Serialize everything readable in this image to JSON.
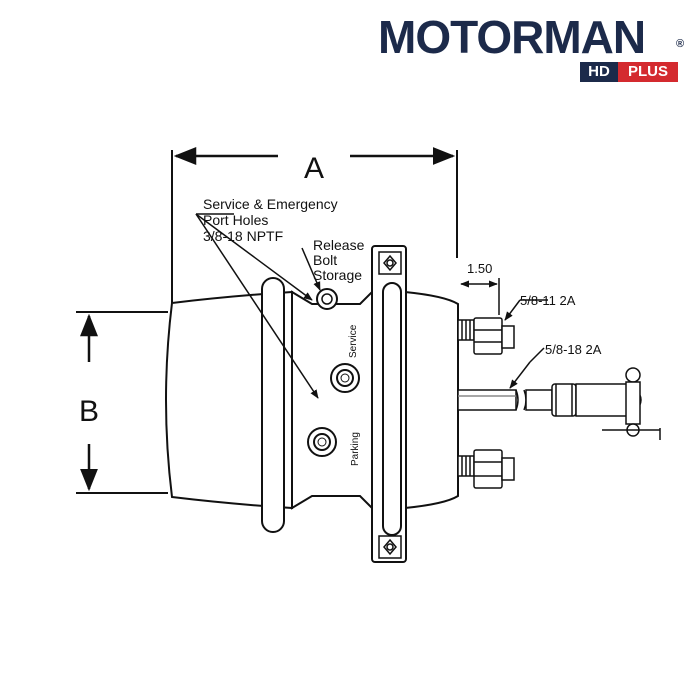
{
  "brand": {
    "name": "MOTORMAN",
    "registered": "®",
    "badge_left": "HD",
    "badge_right": "PLUS",
    "colors": {
      "navy": "#1c2a4a",
      "red": "#d42a2f"
    }
  },
  "diagram": {
    "dimension_a": "A",
    "dimension_b": "B",
    "port_holes_label": [
      "Service & Emergency",
      "Port Holes",
      "3/8-18 NPTF"
    ],
    "release_bolt_label": [
      "Release",
      "Bolt",
      "Storage"
    ],
    "offset_dimension": "1.50",
    "stud_thread": "5/8-11 2A",
    "pushrod_thread": "5/8-18 2A",
    "service_port": "Service",
    "parking_port": "Parking"
  }
}
